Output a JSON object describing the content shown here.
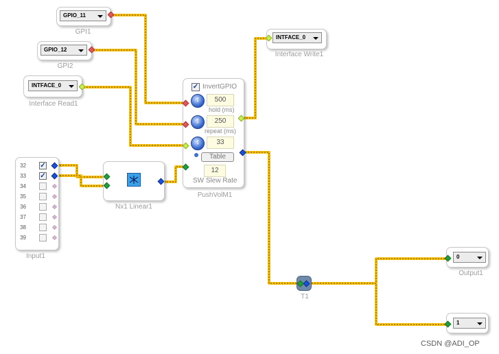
{
  "blocks": {
    "gpi1": {
      "value": "GPIO_11",
      "label": "GPI1"
    },
    "gpi2": {
      "value": "GPIO_12",
      "label": "GPI2"
    },
    "interface_read": {
      "value": "INTFACE_0",
      "label": "Interface Read1"
    },
    "interface_write": {
      "value": "INTFACE_0",
      "label": "Interface Write1"
    },
    "push_vol": {
      "invert_label": "InvertGPIO",
      "hold_value": "500",
      "hold_label": "hold (ms)",
      "repeat_value": "250",
      "repeat_label": "repeat (ms)",
      "step_value": "33",
      "table_label": "Table",
      "slew_value": "12",
      "slew_label": "SW Slew Rate",
      "label": "PushVolM1"
    },
    "linear": {
      "label": "Nx1 Linear1"
    },
    "input": {
      "label": "Input1",
      "rows": [
        {
          "num": "32",
          "checked": true
        },
        {
          "num": "33",
          "checked": true
        },
        {
          "num": "34",
          "checked": false
        },
        {
          "num": "35",
          "checked": false
        },
        {
          "num": "36",
          "checked": false
        },
        {
          "num": "37",
          "checked": false
        },
        {
          "num": "38",
          "checked": false
        },
        {
          "num": "39",
          "checked": false
        }
      ]
    },
    "t1": {
      "label": "T1"
    },
    "output1": {
      "value": "0",
      "label": "Output1"
    },
    "output2": {
      "value": "1"
    }
  },
  "watermark": "CSDN @ADI_OP",
  "colors": {
    "wire": "#f5bf0a",
    "wire_dash": "#7a5a00",
    "accent_blue": "#1a52d8"
  }
}
